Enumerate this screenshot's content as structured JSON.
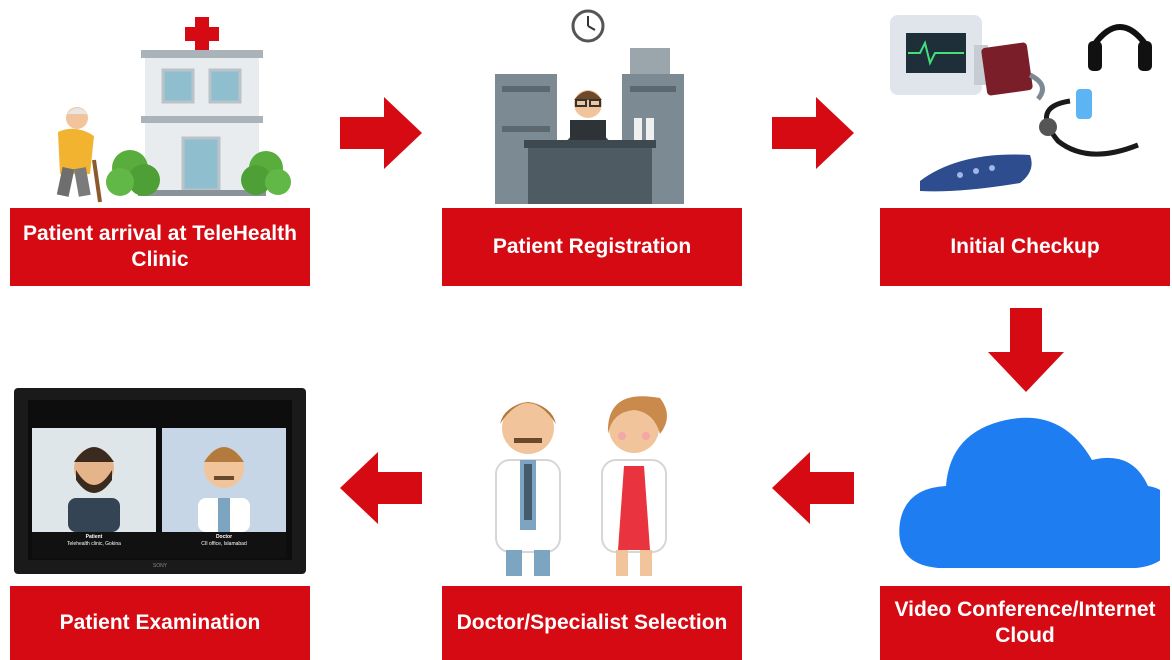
{
  "steps": [
    {
      "id": "arrival",
      "label": "Patient arrival at TeleHealth Clinic"
    },
    {
      "id": "registration",
      "label": "Patient Registration"
    },
    {
      "id": "checkup",
      "label": "Initial Checkup"
    },
    {
      "id": "cloud",
      "label": "Video Conference/Internet Cloud"
    },
    {
      "id": "selection",
      "label": "Doctor/Specialist Selection"
    },
    {
      "id": "examination",
      "label": "Patient Examination"
    }
  ],
  "tv_screen": {
    "patient_name": "Patient",
    "patient_location": "Telehealth clinic, Gokina",
    "doctor_name": "Doctor",
    "doctor_location": "CII office, Islamabad",
    "brand": "SONY"
  },
  "colors": {
    "accent": "#d60a13",
    "cloud": "#1e7df0"
  }
}
